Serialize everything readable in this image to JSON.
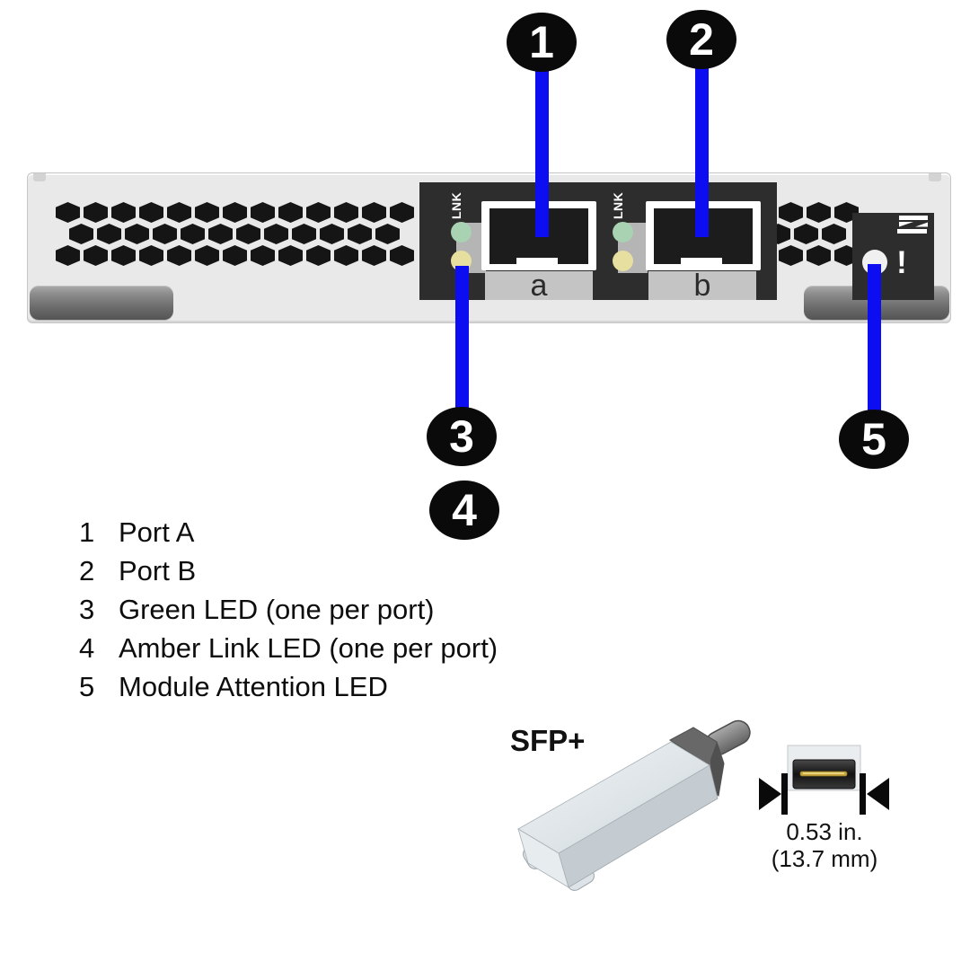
{
  "callouts": {
    "c1": "1",
    "c2": "2",
    "c3": "3",
    "c4": "4",
    "c5": "5"
  },
  "module": {
    "port_a": {
      "lnk": "LNK",
      "label": "a"
    },
    "port_b": {
      "lnk": "LNK",
      "label": "b"
    },
    "attention": {
      "label": "!"
    }
  },
  "legend": {
    "items": [
      {
        "num": "1",
        "text": "Port A"
      },
      {
        "num": "2",
        "text": "Port B"
      },
      {
        "num": "3",
        "text": "Green LED (one per port)"
      },
      {
        "num": "4",
        "text": "Amber Link LED (one per port)"
      },
      {
        "num": "5",
        "text": "Module Attention LED"
      }
    ]
  },
  "sfp": {
    "title": "SFP+",
    "dimension": {
      "inches": "0.53 in.",
      "mm": "(13.7 mm)"
    }
  },
  "colors": {
    "callout_line": "#0d0df2",
    "green_led": "#a8d2b2",
    "amber_led": "#e6dfa0",
    "attention_led": "#f0f0f0",
    "panel_black": "#2d2d2d",
    "gold_contact": "#c9a93f"
  }
}
